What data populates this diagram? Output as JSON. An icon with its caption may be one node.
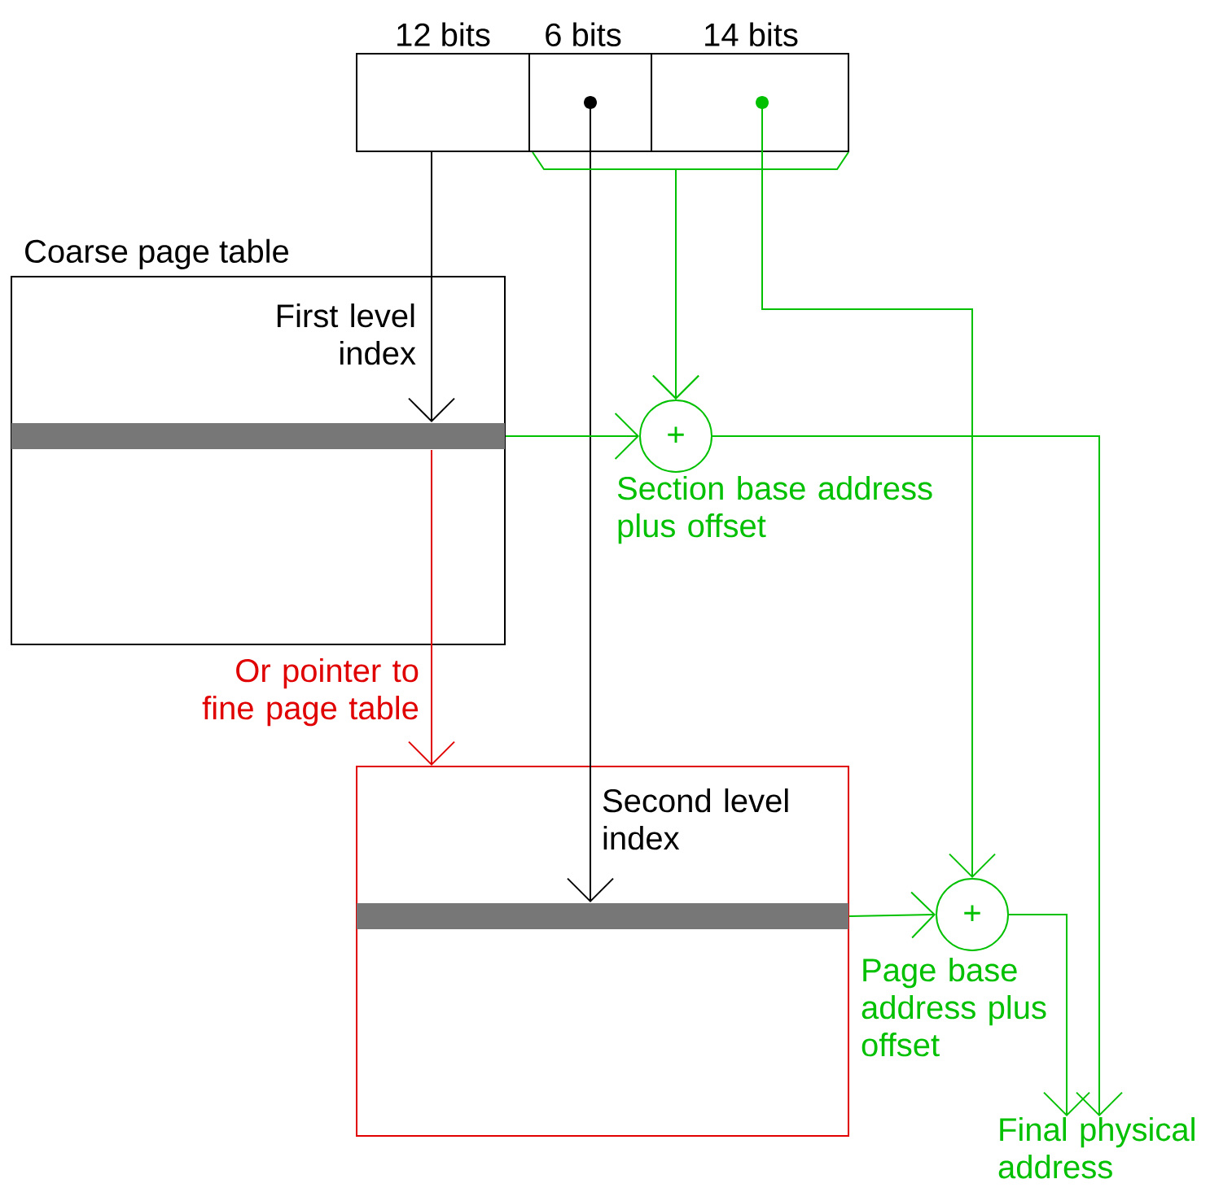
{
  "diagram": {
    "nodes": [
      {
        "text": [
          "12 bits"
        ]
      },
      {
        "text": [
          "6 bits"
        ]
      },
      {
        "text": [
          "14 bits"
        ]
      },
      {
        "text": [
          "Coarse page table",
          "First level index"
        ]
      },
      {
        "text": [],
        "shape": "bar",
        "in": 3
      },
      {
        "text": [
          "+"
        ],
        "beside": [
          "Section base address plus offset"
        ]
      },
      {
        "text": [
          "Second level index"
        ]
      },
      {
        "text": [],
        "shape": "bar",
        "in": 6
      },
      {
        "text": [
          "+"
        ],
        "beside": [
          "Page base address plus offset"
        ]
      },
      {
        "text": [
          "Final physical address"
        ]
      }
    ],
    "edges": [
      {
        "from": 0,
        "to": 4,
        "arrow": "to",
        "color": "#000000"
      },
      {
        "from": 1,
        "to": 7,
        "arrow": "to",
        "color": "#000000"
      },
      {
        "from": 1,
        "to": 5,
        "arrow": "to"
      },
      {
        "from": 2,
        "to": 5,
        "arrow": "to"
      },
      {
        "from": 2,
        "to": 8,
        "arrow": "to"
      },
      {
        "from": 4,
        "to": 5,
        "arrow": "to"
      },
      {
        "from": 4,
        "to": 6,
        "arrow": "to",
        "color": "#e00000",
        "label": "Or pointer to fine page table"
      },
      {
        "from": 7,
        "to": 8,
        "arrow": "to"
      },
      {
        "from": 5,
        "to": 9,
        "arrow": "to"
      },
      {
        "from": 8,
        "to": 9,
        "arrow": "to"
      }
    ]
  }
}
